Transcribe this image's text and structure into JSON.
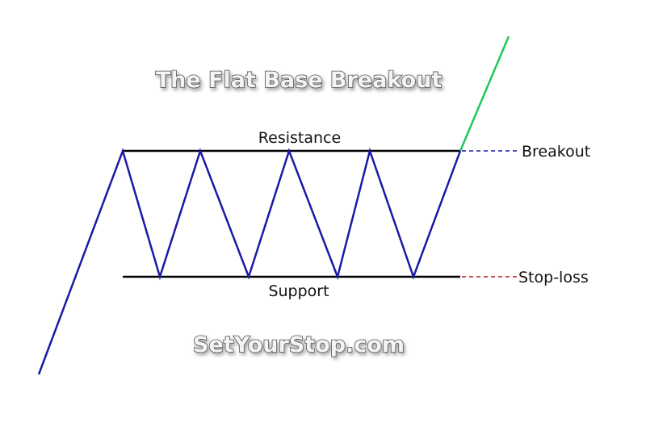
{
  "title": "The Flat Base Breakout",
  "labels": {
    "resistance": "Resistance",
    "support": "Support",
    "breakout": "Breakout",
    "stop_loss": "Stop-loss"
  },
  "watermark": "SetYourStop.com",
  "colors": {
    "price_line": "#1a1aa6",
    "breakout_line": "#22c55e",
    "level_line": "#000000",
    "breakout_dash": "#1a1aa6",
    "stop_loss_dash": "#c01818"
  }
}
